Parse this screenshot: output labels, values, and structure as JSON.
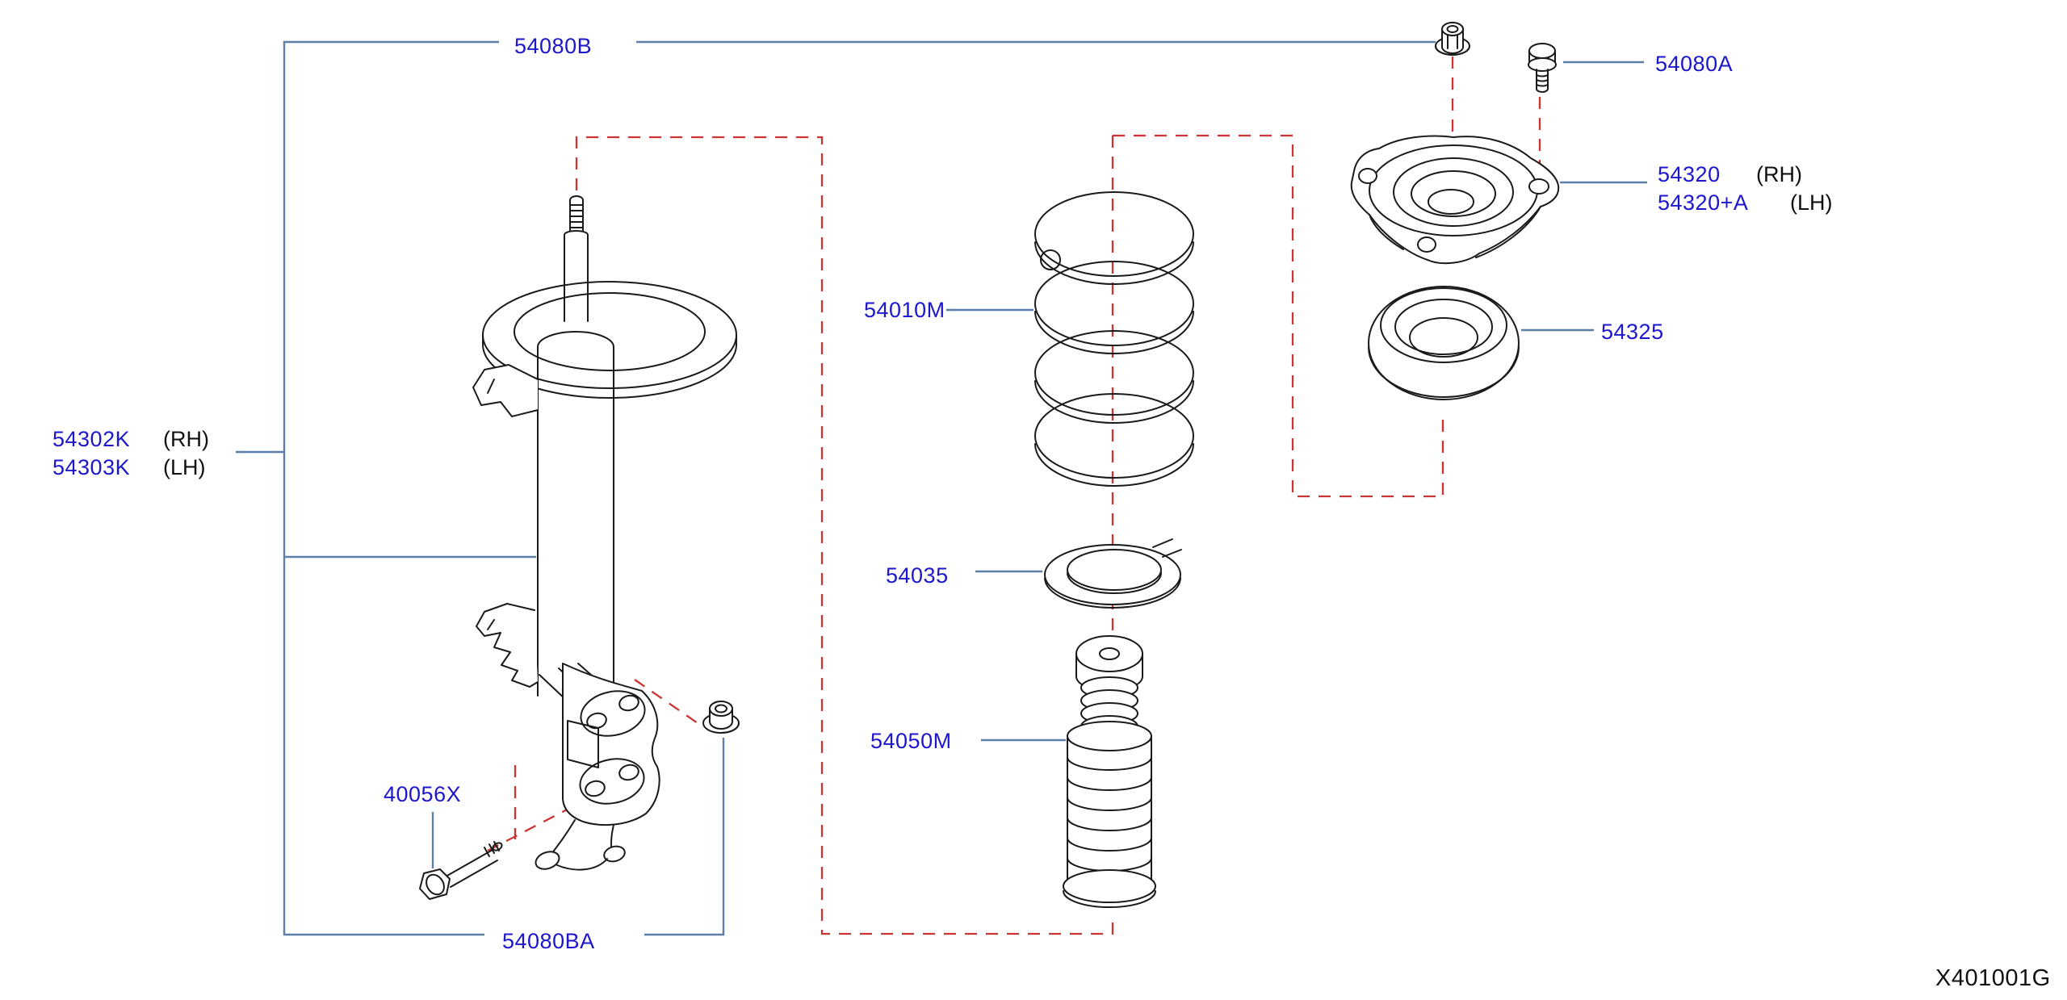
{
  "diagram": {
    "code": "X401001G",
    "colors": {
      "label_blue": "#1c16cc",
      "leader_blue": "#5b7fa6",
      "assembly_red": "#cc3333",
      "outline_black": "#1a1a1a",
      "background": "#ffffff"
    },
    "labels": {
      "p54080B": {
        "text": "54080B"
      },
      "p54080A": {
        "text": "54080A"
      },
      "p54320": {
        "text": "54320",
        "side": "(RH)"
      },
      "p54320A": {
        "text": "54320+A",
        "side": "(LH)"
      },
      "p54325": {
        "text": "54325"
      },
      "p54010M": {
        "text": "54010M"
      },
      "p54035": {
        "text": "54035"
      },
      "p54050M": {
        "text": "54050M"
      },
      "p54302K": {
        "text": "54302K",
        "side": "(RH)"
      },
      "p54303K": {
        "text": "54303K",
        "side": "(LH)"
      },
      "p40056X": {
        "text": "40056X"
      },
      "p54080BA": {
        "text": "54080BA"
      }
    }
  }
}
